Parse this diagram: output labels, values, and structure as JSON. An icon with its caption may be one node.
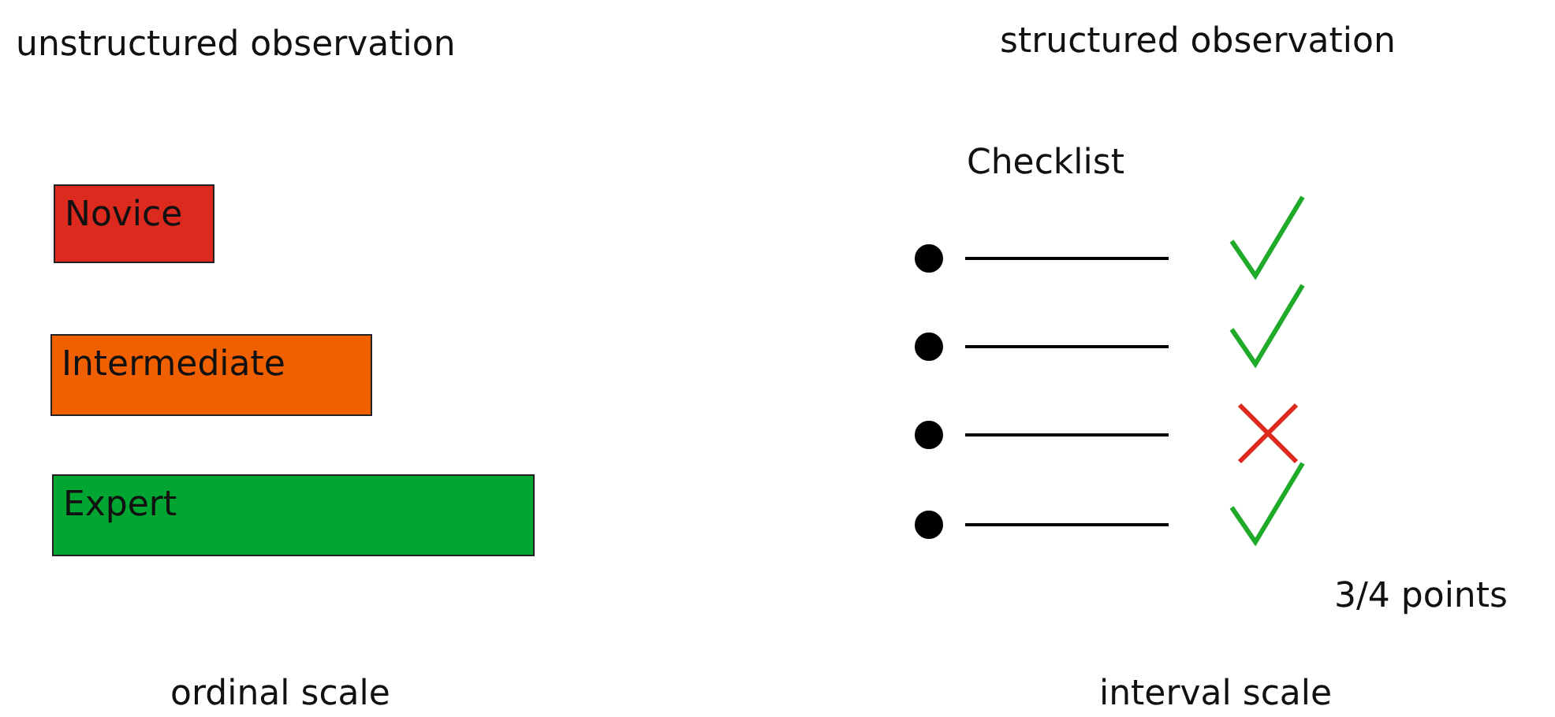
{
  "diagram": {
    "nodes": [
      {
        "text": [
          "Novice"
        ]
      },
      {
        "text": [
          "Intermediate"
        ]
      },
      {
        "text": [
          "Expert"
        ]
      }
    ],
    "labels": [
      "unstructured observation",
      "structured observation",
      "Checklist",
      "3/4 points",
      "ordinal scale",
      "interval scale"
    ]
  }
}
